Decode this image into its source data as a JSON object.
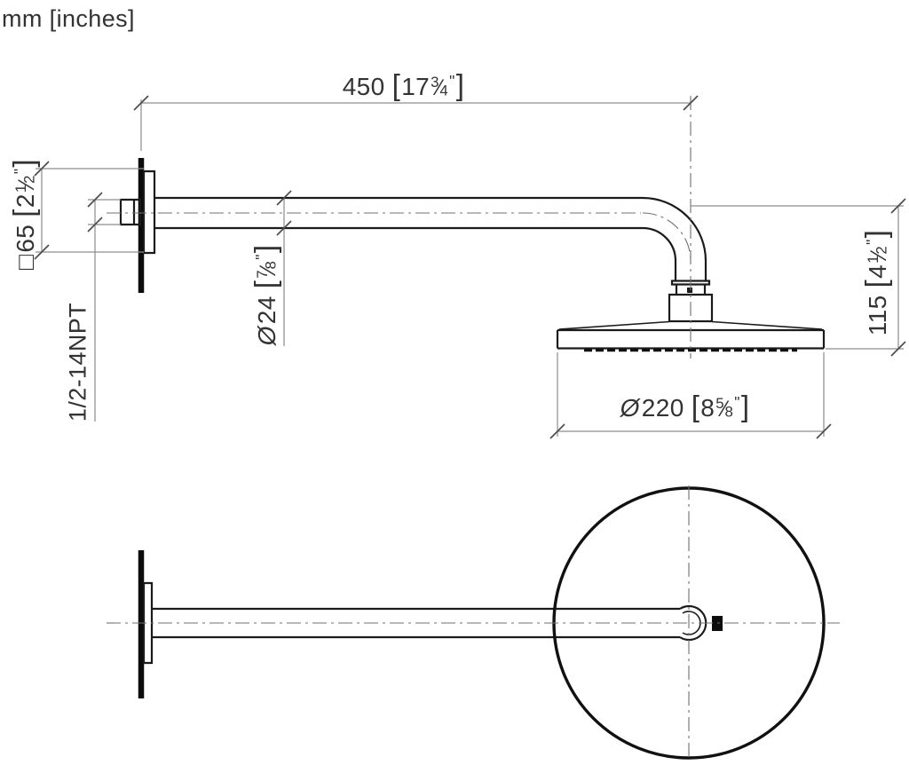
{
  "units_note": "mm [inches]",
  "format": {
    "bracket_open": "[",
    "bracket_close": "]",
    "inch_mark": "\"",
    "fraction_slash": "⁄"
  },
  "dimensions": {
    "arm_length": {
      "prefix": "",
      "mm": "450",
      "in_whole": "17",
      "in_num": "3",
      "in_den": "4"
    },
    "flange_size": {
      "prefix": "□",
      "mm": "65",
      "in_whole": "2",
      "in_num": "1",
      "in_den": "2"
    },
    "arm_diameter": {
      "prefix": "Ø",
      "mm": "24",
      "in_whole": "",
      "in_num": "7",
      "in_den": "8"
    },
    "head_to_face": {
      "prefix": "",
      "mm": "115",
      "in_whole": "4",
      "in_num": "1",
      "in_den": "2"
    },
    "head_diameter": {
      "prefix": "Ø",
      "mm": "220",
      "in_whole": "8",
      "in_num": "5",
      "in_den": "8"
    },
    "thread": "1/2-14NPT"
  }
}
